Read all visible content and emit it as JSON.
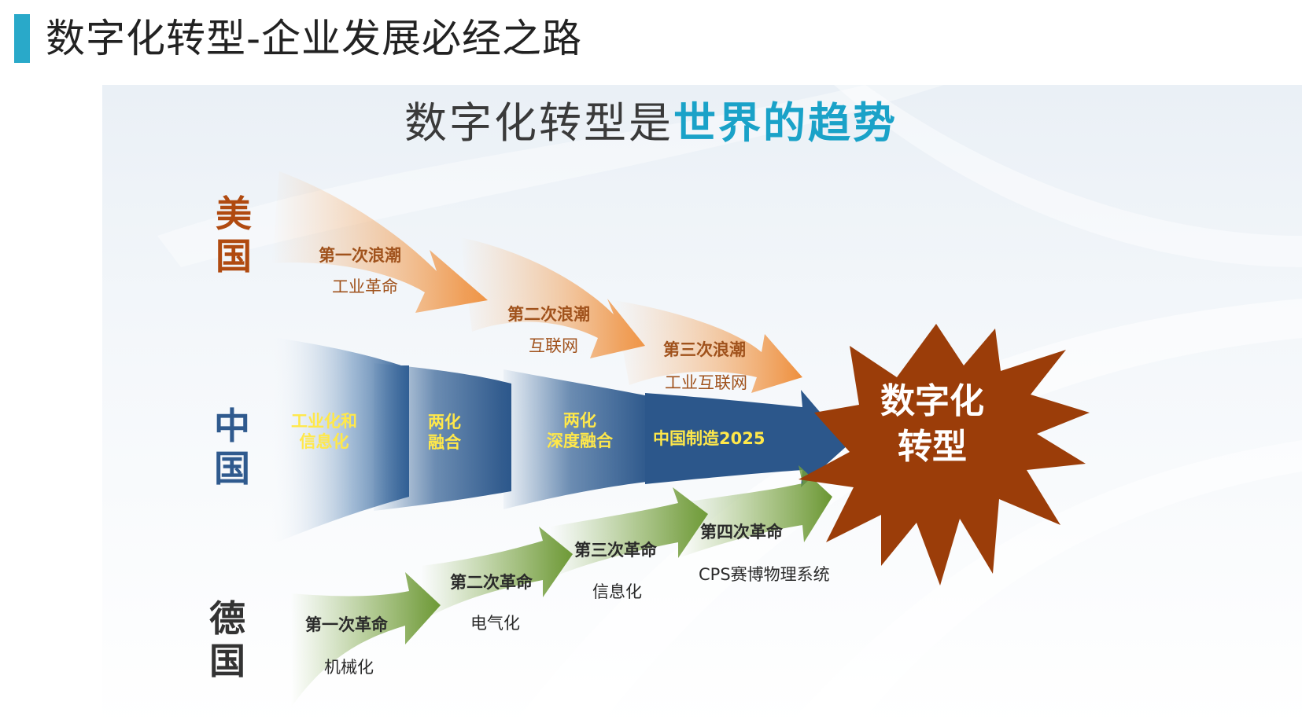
{
  "header": {
    "title": "数字化转型-企业发展必经之路"
  },
  "subtitle": {
    "prefix": "数字化转型是",
    "highlight": "世界的趋势"
  },
  "countries": {
    "usa": "美国",
    "china": "中国",
    "germany": "德国"
  },
  "usa_waves": [
    {
      "title": "第一次浪潮",
      "sub": "工业革命"
    },
    {
      "title": "第二次浪潮",
      "sub": "互联网"
    },
    {
      "title": "第三次浪潮",
      "sub": "工业互联网"
    }
  ],
  "china_stages": [
    {
      "line1": "工业化和",
      "line2": "信息化"
    },
    {
      "line1": "两化",
      "line2": "融合"
    },
    {
      "line1": "两化",
      "line2": "深度融合"
    },
    {
      "line1": "中国制造2025",
      "line2": ""
    }
  ],
  "germany_revolutions": [
    {
      "title": "第一次革命",
      "sub": "机械化"
    },
    {
      "title": "第二次革命",
      "sub": "电气化"
    },
    {
      "title": "第三次革命",
      "sub": "信息化"
    },
    {
      "title": "第四次革命",
      "sub": "CPS赛博物理系统"
    }
  ],
  "target": {
    "line1": "数字化",
    "line2": "转型"
  },
  "colors": {
    "accent": "#29a9c9",
    "usa_arrow": "#ef9a50",
    "china_arrow": "#2e5a8e",
    "germany_arrow": "#6e9b35",
    "burst": "#9b3d09"
  }
}
